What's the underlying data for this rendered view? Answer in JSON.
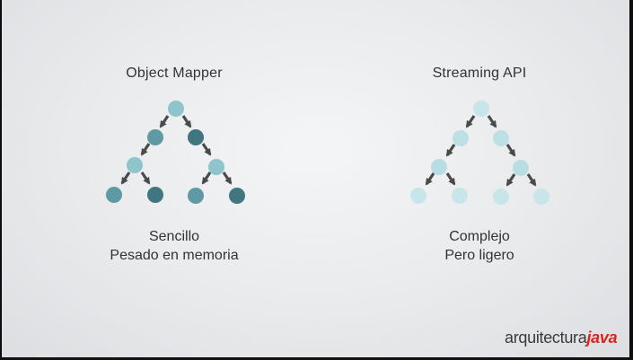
{
  "left": {
    "title": "Object Mapper",
    "lines": [
      "Sencillo",
      "Pesado en memoria"
    ],
    "colors": {
      "light": "#8ec4cc",
      "mid": "#5f9aa4",
      "dark": "#3f7680",
      "arrow": "#4a4a4a"
    }
  },
  "right": {
    "title": "Streaming API",
    "lines": [
      "Complejo",
      "Pero ligero"
    ],
    "colors": {
      "light": "#c8e6ea",
      "mid": "#b8dee4",
      "dark": "#a8d6dd",
      "arrow": "#4a4a4a"
    }
  },
  "logo": {
    "part1": "arquitectura",
    "part2": "java",
    "accent": "#d9241f"
  }
}
